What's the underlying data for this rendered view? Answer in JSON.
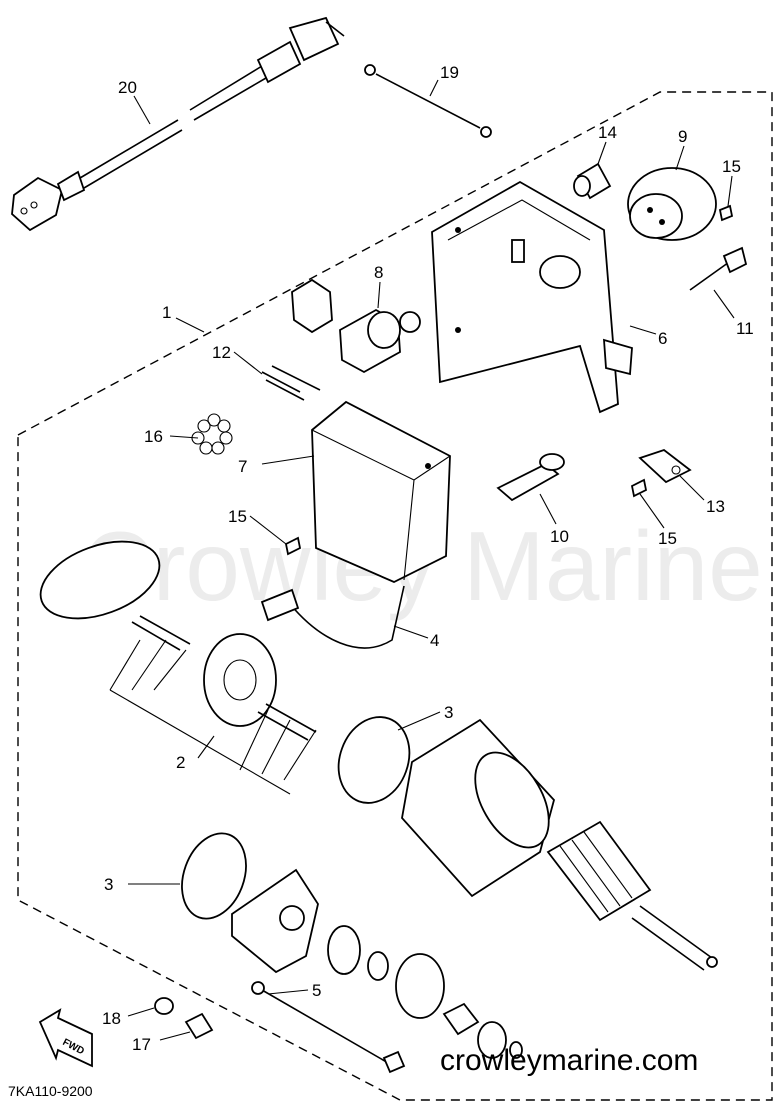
{
  "diagram": {
    "watermark": "Crowley Marine",
    "website": "crowleymarine.com",
    "diagram_code": "7KA110-9200",
    "fwd_label": "FWD",
    "callouts": {
      "c1": "1",
      "c2": "2",
      "c3a": "3",
      "c3b": "3",
      "c4": "4",
      "c5": "5",
      "c6": "6",
      "c7": "7",
      "c8": "8",
      "c9": "9",
      "c10": "10",
      "c11": "11",
      "c12": "12",
      "c13": "13",
      "c14": "14",
      "c15a": "15",
      "c15b": "15",
      "c15c": "15",
      "c16": "16",
      "c17": "17",
      "c18": "18",
      "c19": "19",
      "c20": "20"
    }
  }
}
